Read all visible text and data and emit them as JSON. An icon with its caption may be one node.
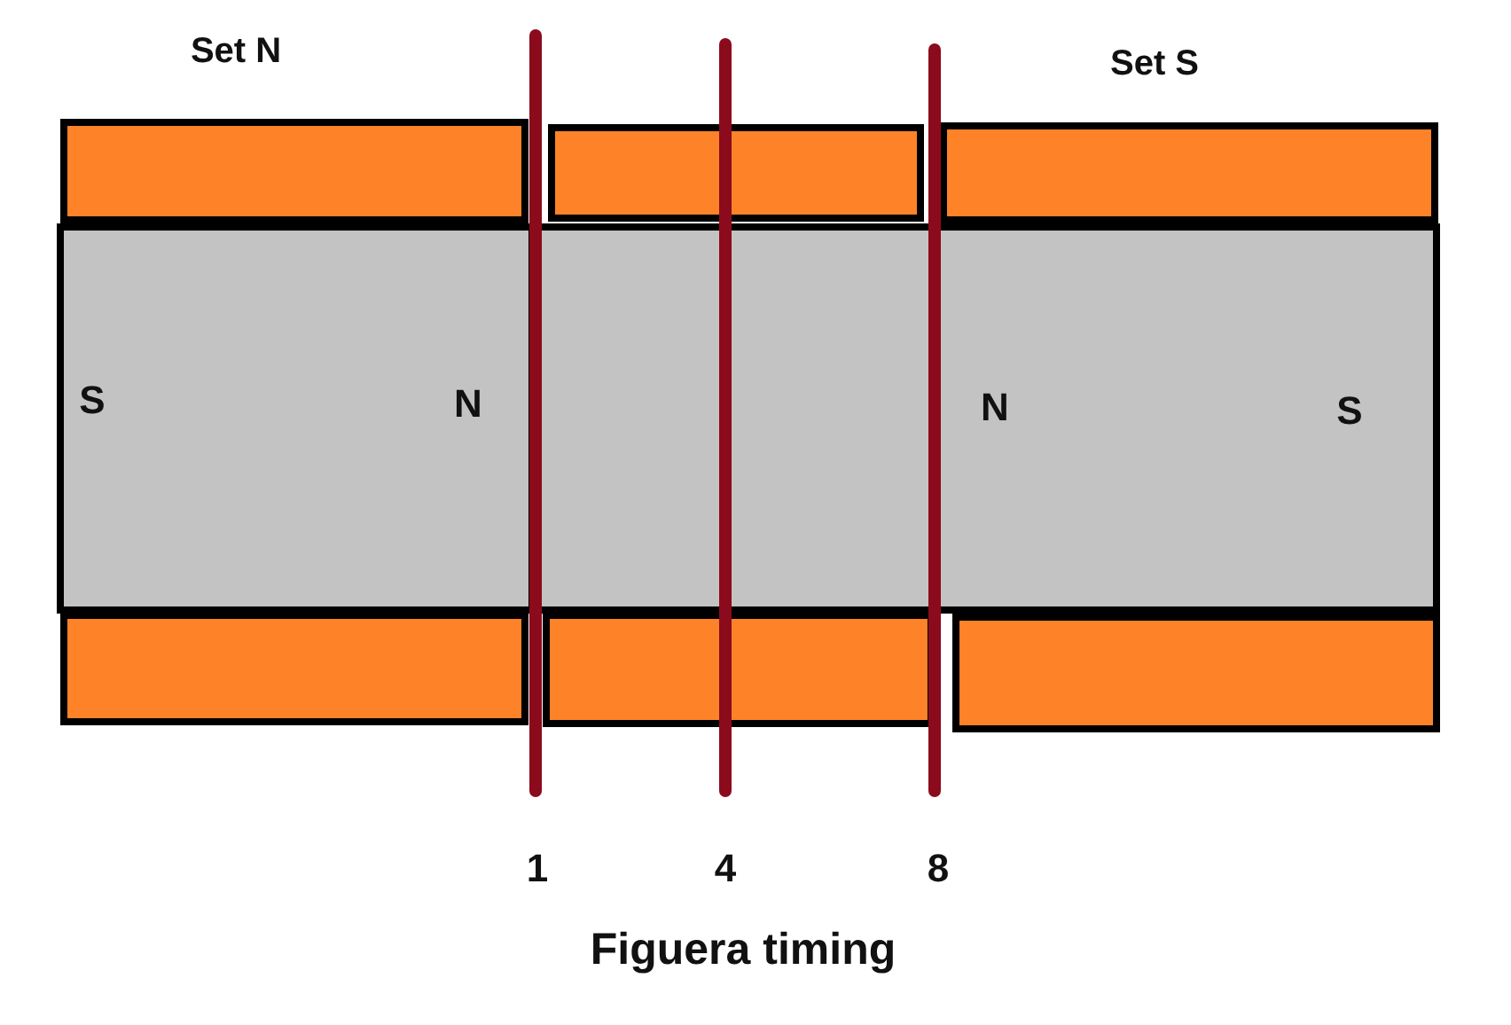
{
  "diagram": {
    "caption": "Figuera timing",
    "nodes": [
      {
        "text": [],
        "shape": "box"
      },
      {
        "text": [],
        "shape": "box"
      },
      {
        "text": [],
        "shape": "box"
      },
      {
        "text": [
          "S",
          "N"
        ]
      },
      {
        "text": [],
        "shape": "box"
      },
      {
        "text": [
          "N",
          "S"
        ]
      },
      {
        "text": [],
        "shape": "box"
      },
      {
        "text": [],
        "shape": "box"
      },
      {
        "text": [],
        "shape": "box"
      }
    ],
    "labels": [
      "Set N",
      "Set S",
      "1",
      "4",
      "8"
    ]
  }
}
